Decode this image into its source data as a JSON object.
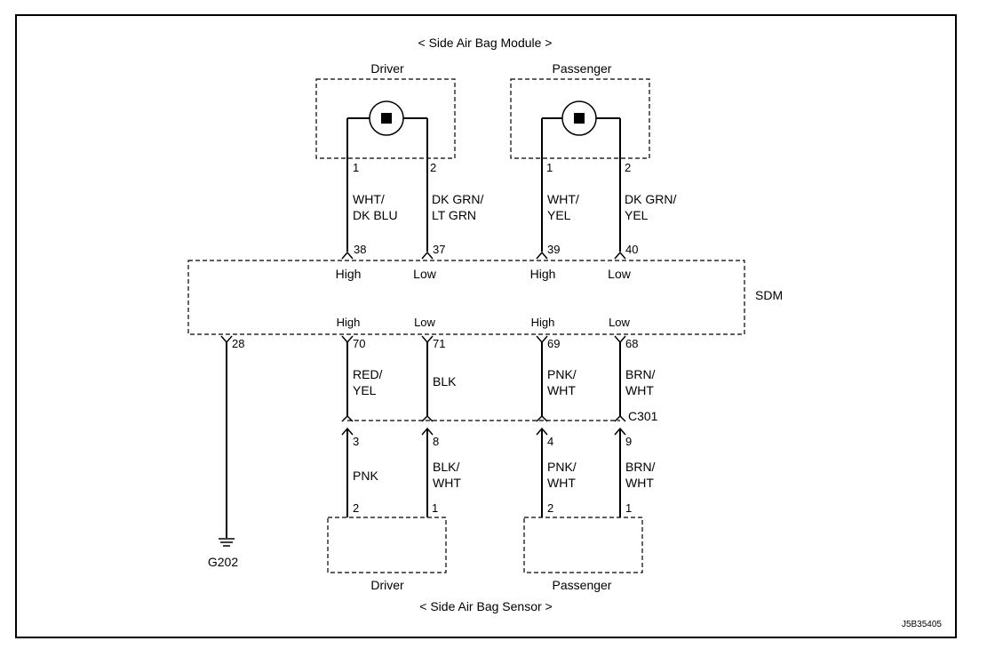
{
  "header": {
    "title": "< Side Air Bag Module >"
  },
  "footer": {
    "title": "< Side Air Bag Sensor >",
    "ref_code": "J5B35405"
  },
  "sdm": {
    "label": "SDM"
  },
  "modules": {
    "driver": {
      "label": "Driver",
      "pin1": "1",
      "pin2": "2",
      "wire1_line1": "WHT/",
      "wire1_line2": "DK BLU",
      "wire2_line1": "DK GRN/",
      "wire2_line2": "LT GRN"
    },
    "passenger": {
      "label": "Passenger",
      "pin1": "1",
      "pin2": "2",
      "wire1_line1": "WHT/",
      "wire1_line2": "YEL",
      "wire2_line1": "DK GRN/",
      "wire2_line2": "YEL"
    }
  },
  "sdm_top": {
    "driver_high_pin": "38",
    "driver_low_pin": "37",
    "passenger_high_pin": "39",
    "passenger_low_pin": "40",
    "high": "High",
    "low": "Low"
  },
  "sdm_bottom": {
    "ground_pin": "28",
    "driver_high_pin": "70",
    "driver_low_pin": "71",
    "passenger_high_pin": "69",
    "passenger_low_pin": "68",
    "high": "High",
    "low": "Low"
  },
  "mid_wires": {
    "driver_high_1": "RED/",
    "driver_high_2": "YEL",
    "driver_low_1": "BLK",
    "passenger_high_1": "PNK/",
    "passenger_high_2": "WHT",
    "passenger_low_1": "BRN/",
    "passenger_low_2": "WHT"
  },
  "connector": {
    "label": "C301",
    "pin_3": "3",
    "pin_8": "8",
    "pin_4": "4",
    "pin_9": "9"
  },
  "lower_wires": {
    "driver_high_1": "PNK",
    "driver_low_1": "BLK/",
    "driver_low_2": "WHT",
    "passenger_high_1": "PNK/",
    "passenger_high_2": "WHT",
    "passenger_low_1": "BRN/",
    "passenger_low_2": "WHT"
  },
  "sensors": {
    "driver": {
      "label": "Driver",
      "pin2": "2",
      "pin1": "1"
    },
    "passenger": {
      "label": "Passenger",
      "pin2": "2",
      "pin1": "1"
    }
  },
  "ground": {
    "label": "G202"
  }
}
